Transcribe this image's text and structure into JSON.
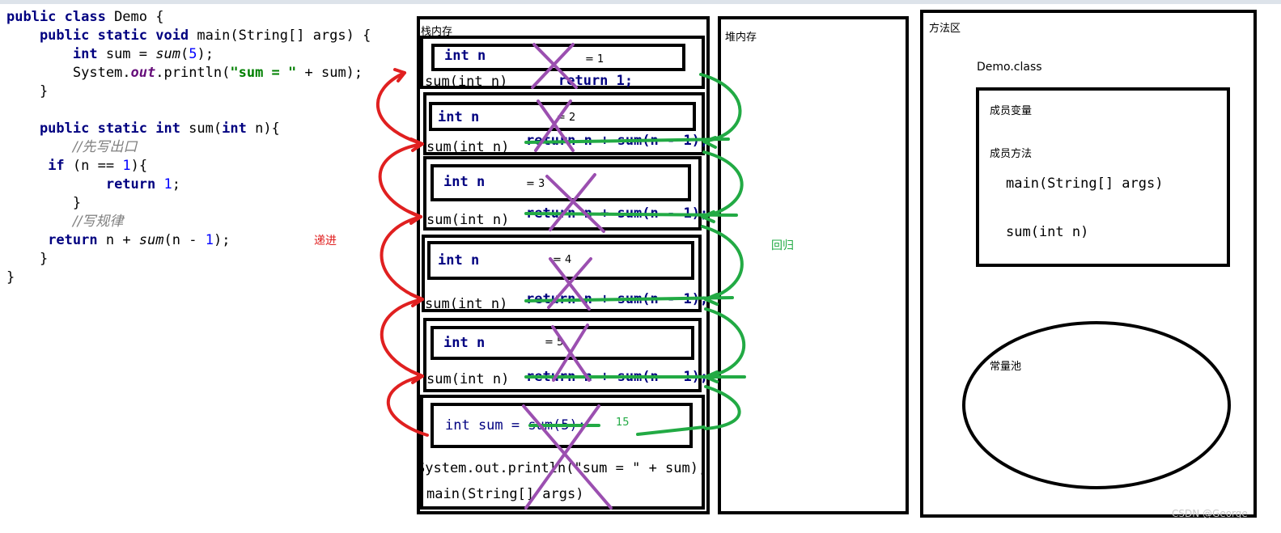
{
  "code": {
    "lines": [
      [
        {
          "t": "public class ",
          "c": "kw"
        },
        {
          "t": "Demo {",
          "c": ""
        }
      ],
      [
        {
          "t": "    public static void ",
          "c": "kw"
        },
        {
          "t": "main(String[] args) {",
          "c": ""
        }
      ],
      [
        {
          "t": "        int ",
          "c": "kw"
        },
        {
          "t": "sum = ",
          "c": ""
        },
        {
          "t": "sum",
          "c": "it"
        },
        {
          "t": "(",
          "c": ""
        },
        {
          "t": "5",
          "c": "num"
        },
        {
          "t": ");",
          "c": ""
        }
      ],
      [
        {
          "t": "        System.",
          "c": ""
        },
        {
          "t": "out",
          "c": "field"
        },
        {
          "t": ".println(",
          "c": ""
        },
        {
          "t": "\"sum = \"",
          "c": "str"
        },
        {
          "t": " + sum);",
          "c": ""
        }
      ],
      [
        {
          "t": "    }",
          "c": ""
        }
      ],
      [
        {
          "t": "",
          "c": ""
        }
      ],
      [
        {
          "t": "    public static int ",
          "c": "kw"
        },
        {
          "t": "sum(",
          "c": ""
        },
        {
          "t": "int ",
          "c": "kw"
        },
        {
          "t": "n){",
          "c": ""
        }
      ],
      [
        {
          "t": "        ",
          "c": ""
        },
        {
          "t": "//先写出口",
          "c": "cmt"
        }
      ],
      [
        {
          "t": "     ",
          "c": ""
        },
        {
          "t": "if ",
          "c": "kw"
        },
        {
          "t": "(n == ",
          "c": ""
        },
        {
          "t": "1",
          "c": "num"
        },
        {
          "t": "){",
          "c": ""
        }
      ],
      [
        {
          "t": "            ",
          "c": ""
        },
        {
          "t": "return ",
          "c": "kw"
        },
        {
          "t": "1",
          "c": "num"
        },
        {
          "t": ";",
          "c": ""
        }
      ],
      [
        {
          "t": "        }",
          "c": ""
        }
      ],
      [
        {
          "t": "        ",
          "c": ""
        },
        {
          "t": "//写规律",
          "c": "cmt"
        }
      ],
      [
        {
          "t": "     ",
          "c": ""
        },
        {
          "t": "return ",
          "c": "kw"
        },
        {
          "t": "n + ",
          "c": ""
        },
        {
          "t": "sum",
          "c": "it"
        },
        {
          "t": "(n - ",
          "c": ""
        },
        {
          "t": "1",
          "c": "num"
        },
        {
          "t": ");",
          "c": ""
        }
      ],
      [
        {
          "t": "    }",
          "c": ""
        }
      ],
      [
        {
          "t": "}",
          "c": ""
        }
      ]
    ]
  },
  "stack": {
    "title": "栈内存",
    "frames": [
      {
        "var": "int n",
        "value": "= 1",
        "method": "sum(int n)",
        "ret": "return 1;"
      },
      {
        "var": "int n",
        "value": "= 2",
        "method": "sum(int n)",
        "ret": "return n + sum(n - 1);"
      },
      {
        "var": "int n",
        "value": "= 3",
        "method": "sum(int n)",
        "ret": "return n + sum(n - 1);"
      },
      {
        "var": "int n",
        "value": "= 4",
        "method": "sum(int n)",
        "ret": "return n + sum(n - 1);"
      },
      {
        "var": "int n",
        "value": "= 5",
        "method": "sum(int n)",
        "ret": "return n + sum(n - 1);"
      }
    ],
    "main_frame": {
      "var": "int sum = sum(5);",
      "result": "15",
      "println": "System.out.println(\"sum = \" + sum);",
      "method": "main(String[] args)"
    }
  },
  "labels": {
    "recursion_forward": "递进",
    "recursion_back": "回归"
  },
  "heap": {
    "title": "堆内存"
  },
  "method_area": {
    "title": "方法区",
    "class_name": "Demo.class",
    "member_vars": "成员变量",
    "member_methods": "成员方法",
    "methods": [
      "main(String[] args)",
      "sum(int n)"
    ],
    "constant_pool": "常量池"
  },
  "watermark": "CSDN @George",
  "colors": {
    "red": "#e02020",
    "green": "#22aa44",
    "purple": "#9b4fb0",
    "keyword": "#000080"
  }
}
